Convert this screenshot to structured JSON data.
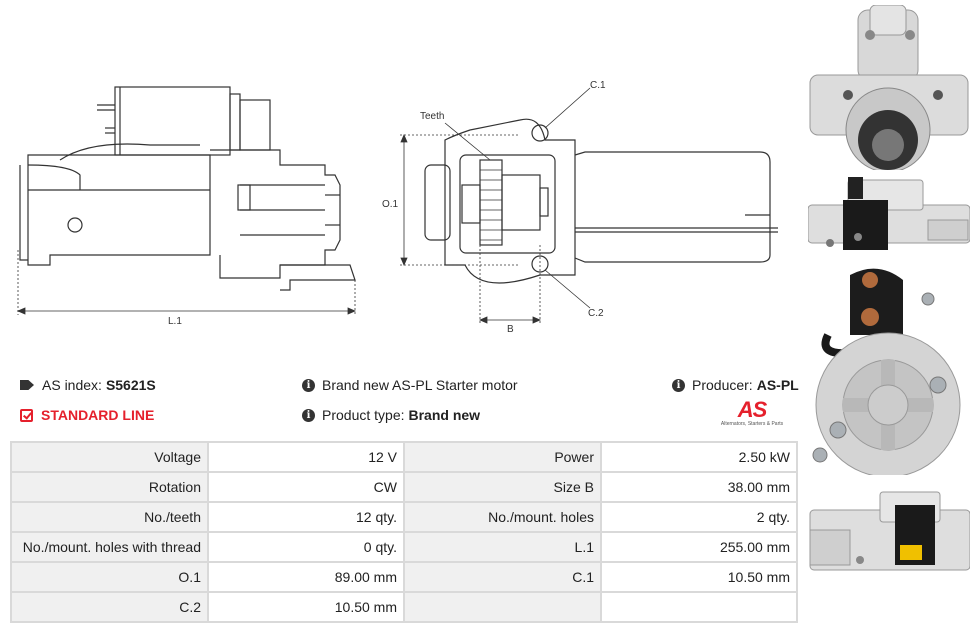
{
  "drawing": {
    "length_label": "L.1",
    "height_label": "O.1",
    "teeth_label": "Teeth",
    "c1_label": "C.1",
    "c2_label": "C.2",
    "b_label": "B"
  },
  "product": {
    "as_index_label": "AS index:",
    "as_index_value": "S5621S",
    "line_label": "STANDARD LINE",
    "title": "Brand new AS-PL Starter motor",
    "type_label": "Product type:",
    "type_value": "Brand new",
    "producer_label": "Producer:",
    "producer_value": "AS-PL",
    "logo_text": "AS",
    "logo_tagline": "Alternators, Starters & Parts"
  },
  "specs": [
    [
      {
        "label": "Voltage",
        "value": "12 V"
      },
      {
        "label": "Power",
        "value": "2.50 kW"
      }
    ],
    [
      {
        "label": "Rotation",
        "value": "CW"
      },
      {
        "label": "Size B",
        "value": "38.00 mm"
      }
    ],
    [
      {
        "label": "No./teeth",
        "value": "12 qty."
      },
      {
        "label": "No./mount. holes",
        "value": "2 qty."
      }
    ],
    [
      {
        "label": "No./mount. holes with thread",
        "value": "0 qty."
      },
      {
        "label": "L.1",
        "value": "255.00 mm"
      }
    ],
    [
      {
        "label": "O.1",
        "value": "89.00 mm"
      },
      {
        "label": "C.1",
        "value": "10.50 mm"
      }
    ],
    [
      {
        "label": "C.2",
        "value": "10.50 mm"
      },
      {
        "label": "",
        "value": ""
      }
    ]
  ],
  "colors": {
    "accent": "#e5202c",
    "line": "#333333",
    "table_border": "#d9d9d9",
    "label_bg": "#f0f0f0"
  }
}
